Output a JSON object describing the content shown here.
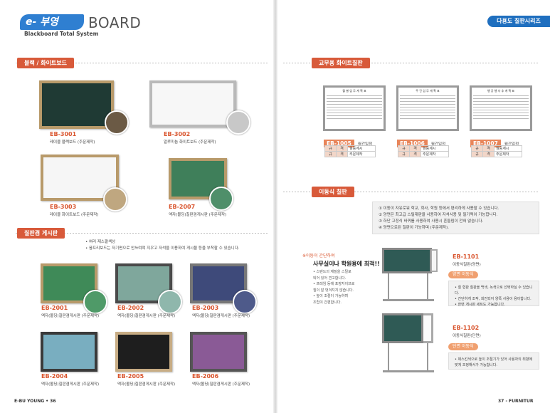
{
  "header": {
    "logo_e": "e- 부영",
    "logo_board": "BOARD",
    "logo_sub": "Blackboard Total System",
    "right_tab": "다용도 칠판시리즈"
  },
  "left": {
    "section1": "블랙 / 화이트보드",
    "items": [
      {
        "code": "EB-3001",
        "desc": "레이블 블랙보드 (주문제작)"
      },
      {
        "code": "EB-3002",
        "desc": "알루미늄 화이트보드 (주문제작)"
      },
      {
        "code": "EB-3003",
        "desc": "레이블 화이트보드 (주문제작)"
      },
      {
        "code": "EB-2007",
        "desc": "액자(몰딩)칠판겸게시판 (주문제작)"
      }
    ],
    "section2": "칠판겸 게시판",
    "notes": [
      "• 여러 제스팔색상",
      "• 융프리보드는 자기면으로 안쓰여며 지우고 자석을 이용하여 게시물 등을 부착할 수 있습니다."
    ],
    "grid": [
      {
        "code": "EB-2001",
        "desc": "액자(몰딩)칠판겸게시판 (주문제작)"
      },
      {
        "code": "EB-2002",
        "desc": "액자(몰딩)칠판겸게시판 (주문제작)"
      },
      {
        "code": "EB-2003",
        "desc": "액자(몰딩)칠판겸게시판 (주문제작)"
      },
      {
        "code": "EB-2004",
        "desc": "액자(몰딩)칠판겸게시판 (주문제작)"
      },
      {
        "code": "EB-2005",
        "desc": "액자(몰딩)칠판겸게시판 (주문제작)"
      },
      {
        "code": "EB-2006",
        "desc": "액자(몰딩)칠판겸게시판 (주문제작)"
      }
    ],
    "footer": "E-BU YOUNG • 36"
  },
  "right": {
    "section1": "교무용 화이트칠판",
    "schedules": [
      {
        "title": "월 별 업 무 계 획 표",
        "code": "EB-1005",
        "label": "월간일정"
      },
      {
        "title": "주 간 업 무 계 획 표",
        "code": "EB-1006",
        "label": "월간일정"
      },
      {
        "title": "행 공 행 사 추 계 획 표",
        "code": "EB-1007",
        "label": "월간일정"
      }
    ],
    "table_rows": [
      [
        "규",
        "격",
        "월중계시"
      ],
      [
        "규",
        "격",
        "주문제작"
      ]
    ],
    "section2": "이동식 칠판",
    "features": [
      "① 이동이 자유로워 학교, 회사, 학원 등에서 편리하게 사용할 수 있습니다.",
      "② 양면은 최고급 스틸재판을 사용하여 자석사용 및 필기력이 가능합니다.",
      "③ 하단 고정식 바퀴를 사용하여 사용시 흔들림이 전혀 없습니다.",
      "④ 양면으로된 칠판이 가능하며 (주문제작)."
    ],
    "promo_small": "※이동이 간단하여",
    "promo_big": "사무실이나 학원용에 최적!!",
    "promo_lines": [
      "• 스탠드의 재질을 스틸로",
      "  되어 있어 견고합니다.",
      "• 프레임 등에 포장지이므로",
      "  칠이 잘 벗겨지지 않습니다.",
      "• 높이 조절이 가능하며",
      "  조립이 간편합니다."
    ],
    "eb1101": {
      "code": "EB-1101",
      "desc": "이동식칠판(양면)",
      "pill": "양면 이동식",
      "lines": [
        "• 칠 형판 칠판을 백색, 녹색으로 선택하실 수 있습니다.",
        "• 간단하게 조작, 회전되어 양쪽 사용이 용이합니다.",
        "• 한면 게시판 세트도 가능합니다."
      ]
    },
    "eb1102": {
      "code": "EB-1102",
      "desc": "이동식칠판(단면)",
      "pill": "단면 이동식",
      "lines": [
        "• 제스킨색으로 높이 조절기가 있어 사용자의 취향에",
        "  맞게 조정해서가 가능합니다."
      ]
    },
    "footer": "37 - FURNITUR"
  }
}
